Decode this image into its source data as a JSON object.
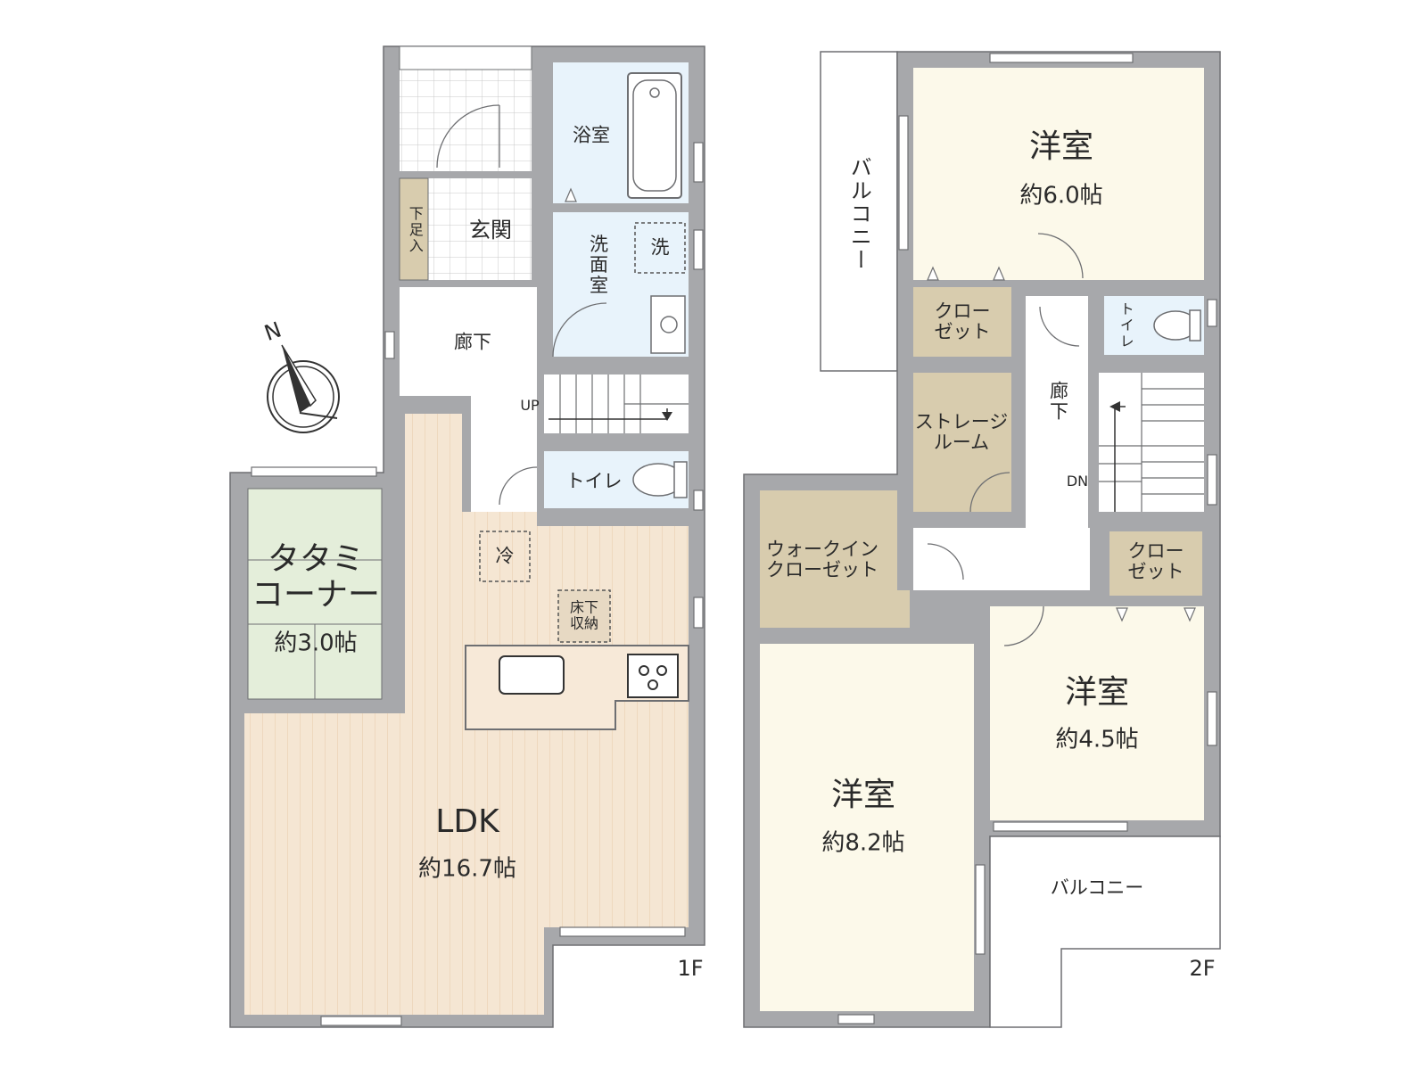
{
  "colors": {
    "wall": "#a7a8ab",
    "wall_outline": "#6e6f72",
    "wet": "#e8f3fb",
    "ldk": "#f5e6d3",
    "tatami": "#e4eeda",
    "closet": "#d8ccae",
    "room": "#fcf9ea",
    "white": "#ffffff",
    "text": "#2a2a2a"
  },
  "floor1": {
    "label": "1F",
    "ldk": {
      "name": "LDK",
      "area": "約16.7帖"
    },
    "tatami": {
      "name_line1": "タタミ",
      "name_line2": "コーナー",
      "area": "約3.0帖"
    },
    "genkan": "玄関",
    "shoe_storage": "下足入",
    "bath": "浴室",
    "washroom": "洗面室",
    "washer": "洗",
    "corridor": "廊下",
    "stairs_up": "UP",
    "toilet": "トイレ",
    "fridge": "冷",
    "underfloor_line1": "床下",
    "underfloor_line2": "収納"
  },
  "floor2": {
    "label": "2F",
    "room_6": {
      "name": "洋室",
      "area": "約6.0帖"
    },
    "room_82": {
      "name": "洋室",
      "area": "約8.2帖"
    },
    "room_45": {
      "name": "洋室",
      "area": "約4.5帖"
    },
    "balcony_top": "バルコニー",
    "balcony_bottom": "バルコニー",
    "closet_top_line1": "クロー",
    "closet_top_line2": "ゼット",
    "closet_right_line1": "クロー",
    "closet_right_line2": "ゼット",
    "storage_line1": "ストレージ",
    "storage_line2": "ルーム",
    "walkin_line1": "ウォークイン",
    "walkin_line2": "クローゼット",
    "corridor": "廊下",
    "toilet": "トイレ",
    "stairs_down": "DN"
  },
  "compass": {
    "north": "N"
  }
}
